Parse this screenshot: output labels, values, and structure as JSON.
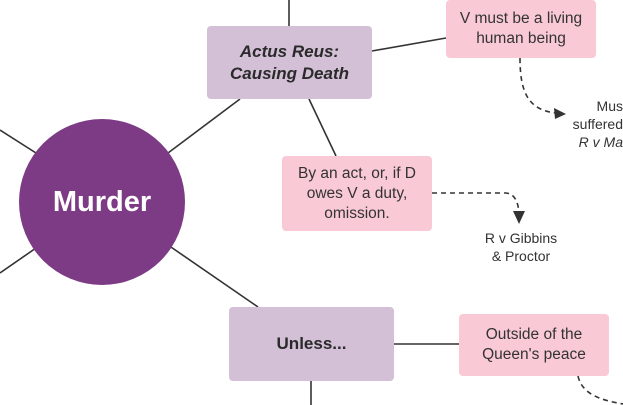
{
  "central": {
    "label": "Murder"
  },
  "topics": [
    {
      "id": "actus-reus",
      "line1": "Actus Reus:",
      "line2": "Causing Death"
    },
    {
      "id": "unless",
      "label": "Unless..."
    }
  ],
  "leaves": [
    {
      "id": "living-human",
      "text": "V must be a living\nhuman being"
    },
    {
      "id": "act-omission",
      "text": "By an act, or, if D\nowes V a duty,\nomission."
    },
    {
      "id": "queens-peace",
      "text": "Outside of the\nQueen's peace"
    }
  ],
  "cases": [
    {
      "id": "gibbins",
      "text": "R v Gibbins\n& Proctor"
    },
    {
      "id": "partial-must",
      "text": "Mus"
    },
    {
      "id": "partial-suffered",
      "text": "suffered"
    },
    {
      "id": "partial-case",
      "text": "R v Ma"
    }
  ],
  "colors": {
    "hub": "#7e3b85",
    "topic": "#d3bfd6",
    "leaf": "#f9c9d6",
    "connector": "#333333"
  }
}
